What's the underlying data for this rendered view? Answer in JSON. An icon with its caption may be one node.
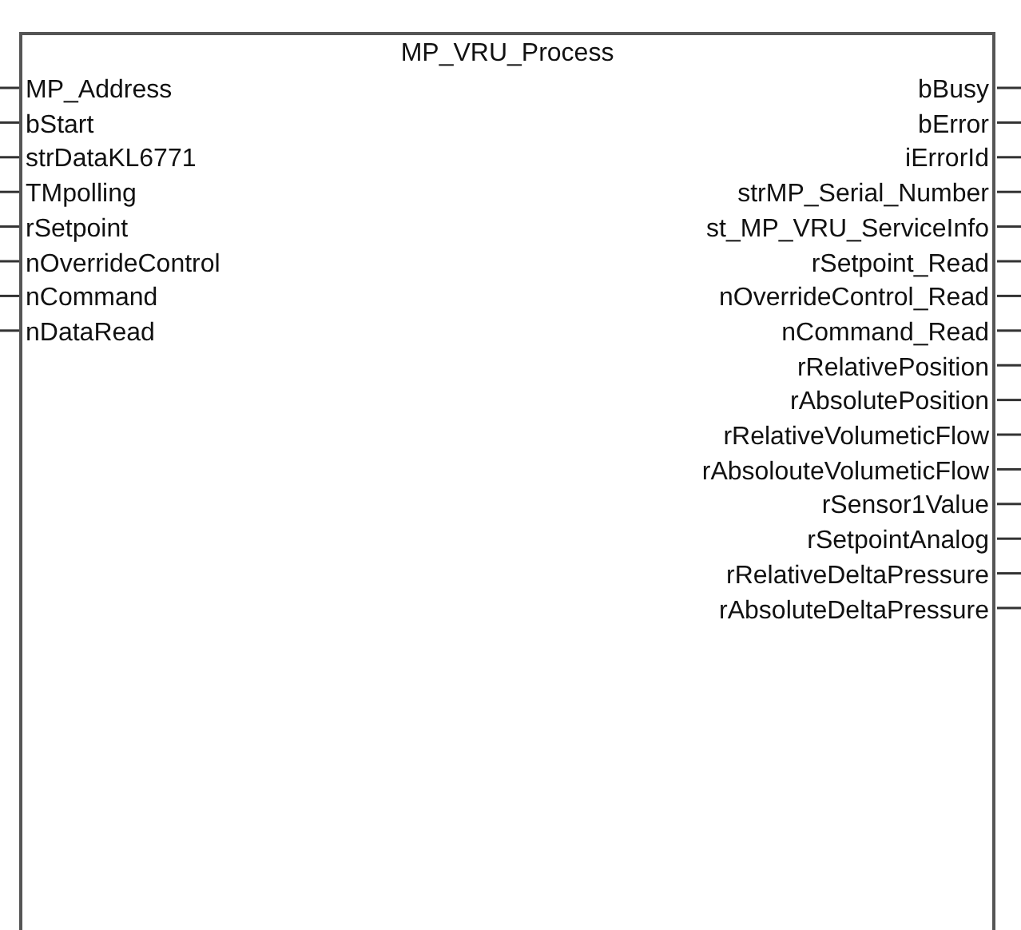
{
  "diagram": {
    "nodes": [
      {
        "text": [
          "MP_VRU_Process"
        ]
      }
    ],
    "labels": [
      "MP_Address",
      "bStart",
      "strDataKL6771",
      "TMpolling",
      "rSetpoint",
      "nOverrideControl",
      "nCommand",
      "nDataRead",
      "bBusy",
      "bError",
      "iErrorId",
      "strMP_Serial_Number",
      "st_MP_VRU_ServiceInfo",
      "rSetpoint_Read",
      "nOverrideControl_Read",
      "nCommand_Read",
      "rRelativePosition",
      "rAbsolutePosition",
      "rRelativeVolumeticFlow",
      "rAbsolouteVolumeticFlow",
      "rSensor1Value",
      "rSetpointAnalog",
      "rRelativeDeltaPressure",
      "rAbsoluteDeltaPressure"
    ]
  }
}
